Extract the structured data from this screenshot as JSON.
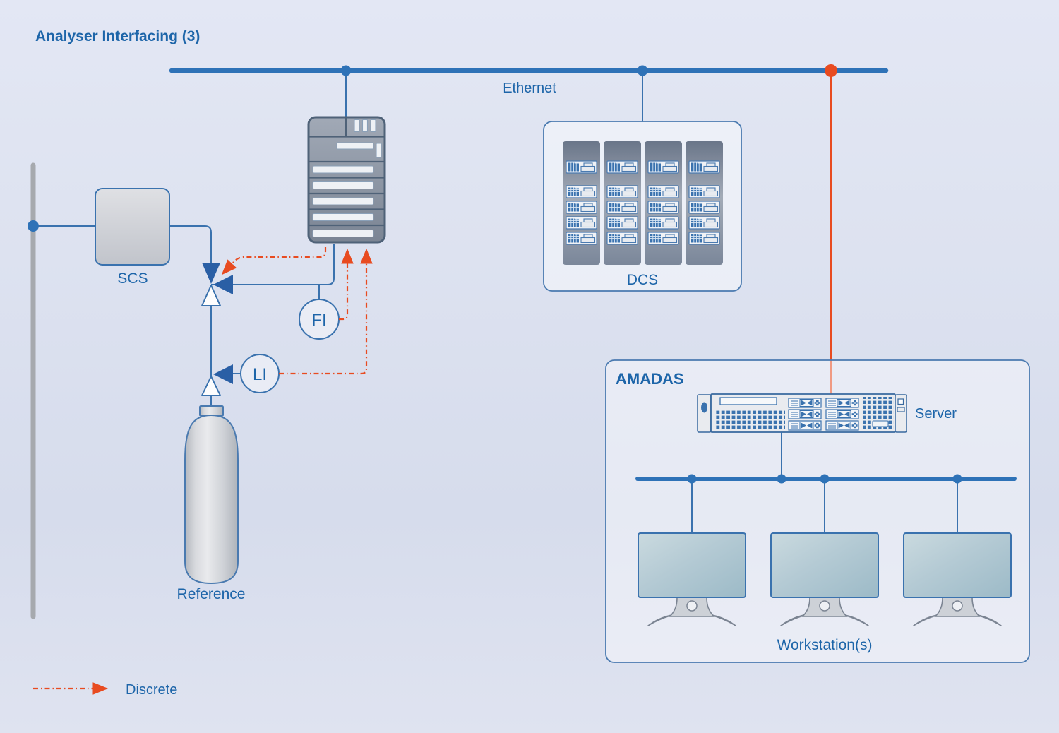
{
  "labels": {
    "title": "Analyser Interfacing (3)",
    "ethernet": "Ethernet",
    "scs": "SCS",
    "dcs": "DCS",
    "amadas": "AMADAS",
    "server": "Server",
    "workstations": "Workstation(s)",
    "fi": "FI",
    "li": "LI",
    "reference": "Reference",
    "discrete": "Discrete"
  },
  "colors": {
    "background_top": "#e3e7f4",
    "background_bottom": "#d6dcec",
    "bus_blue": "#2e72b7",
    "line_blue": "#3a72ae",
    "text_blue": "#1d65a9",
    "discrete_orange": "#e84b20",
    "valve_blue": "#2a5fa5",
    "device_gray": "#8a93a2",
    "pipe_gray": "#a6a9ae",
    "box_border_blue": "#4a7ab0"
  }
}
